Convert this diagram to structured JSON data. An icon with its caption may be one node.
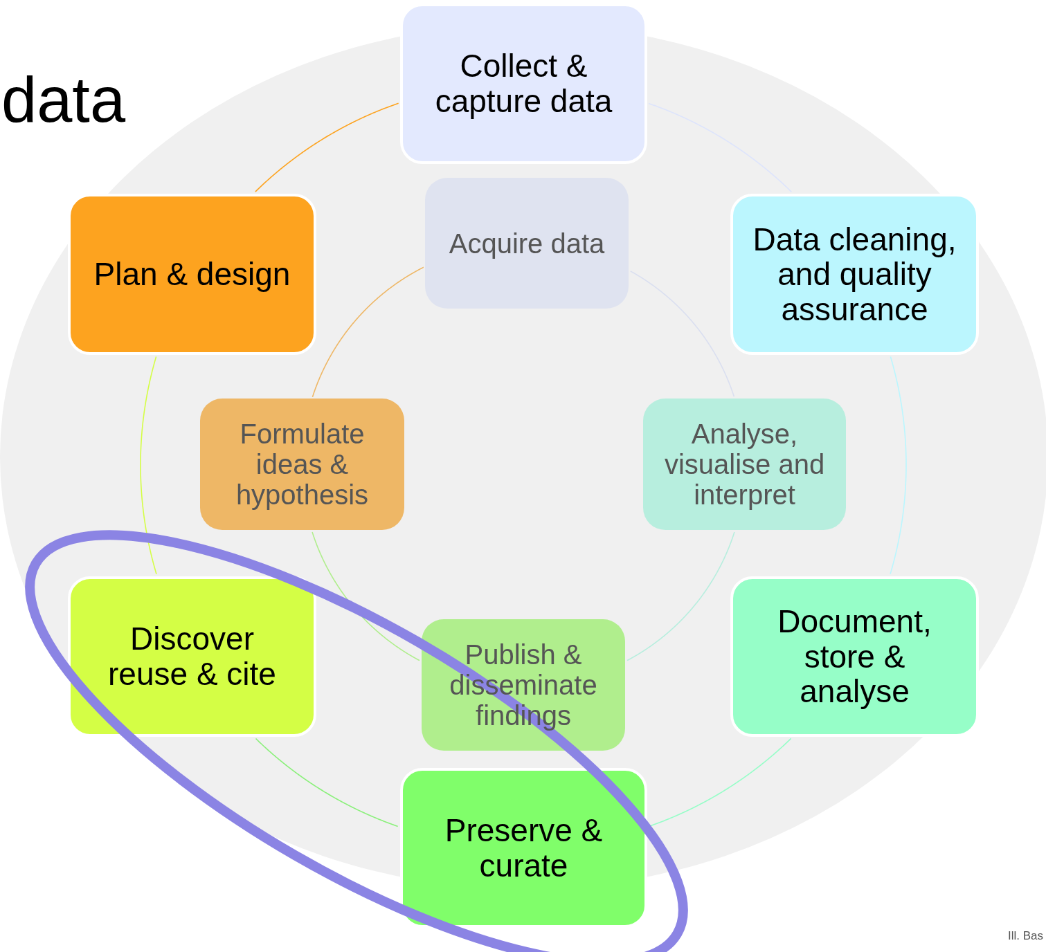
{
  "diagram": {
    "title": "data",
    "nodes": [
      {
        "text": [
          "Collect & capture data"
        ]
      },
      {
        "text": [
          "Data cleaning, and quality assurance"
        ]
      },
      {
        "text": [
          "Document, store & analyse"
        ]
      },
      {
        "text": [
          "Preserve & curate"
        ]
      },
      {
        "text": [
          "Discover reuse & cite"
        ]
      },
      {
        "text": [
          "Plan & design"
        ]
      },
      {
        "text": [
          "Acquire data"
        ]
      },
      {
        "text": [
          "Analyse, visualise and interpret"
        ]
      },
      {
        "text": [
          "Publish & disseminate findings"
        ]
      },
      {
        "text": [
          "Formulate ideas & hypothesis"
        ]
      }
    ],
    "edges": [
      {
        "from": 5,
        "to": 0,
        "arrow": "none",
        "color": "#fda31f"
      },
      {
        "from": 0,
        "to": 1,
        "arrow": "none",
        "color": "#dde4fc"
      },
      {
        "from": 1,
        "to": 2,
        "arrow": "none",
        "color": "#bbf6fe"
      },
      {
        "from": 2,
        "to": 3,
        "arrow": "none",
        "color": "#96fec8"
      },
      {
        "from": 3,
        "to": 4,
        "arrow": "none",
        "color": "#8af07a"
      },
      {
        "from": 4,
        "to": 5,
        "arrow": "none",
        "color": "#d4fe45"
      },
      {
        "from": 9,
        "to": 6,
        "arrow": "none",
        "color": "#eeb766"
      },
      {
        "from": 6,
        "to": 7,
        "arrow": "none",
        "color": "#dadff0"
      },
      {
        "from": 7,
        "to": 8,
        "arrow": "none",
        "color": "#b7eede"
      },
      {
        "from": 8,
        "to": 9,
        "arrow": "none",
        "color": "#b0ee8d"
      }
    ],
    "labels": [
      "Ill. Bas"
    ]
  }
}
